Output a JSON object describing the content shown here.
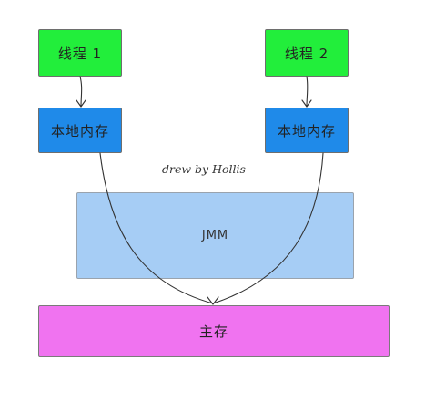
{
  "threads": [
    {
      "label": "线程 1"
    },
    {
      "label": "线程 2"
    }
  ],
  "local_memory": [
    {
      "label": "本地内存"
    },
    {
      "label": "本地内存"
    }
  ],
  "credit": "drew by Hollis",
  "jmm": {
    "label": "JMM"
  },
  "main_memory": {
    "label": "主存"
  },
  "colors": {
    "thread": "#22ee3b",
    "local_memory": "#1f8ae9",
    "jmm": "#a6cdf5",
    "main_memory": "#f073f0",
    "border": "#6e6e6e",
    "arrow": "#333333"
  }
}
